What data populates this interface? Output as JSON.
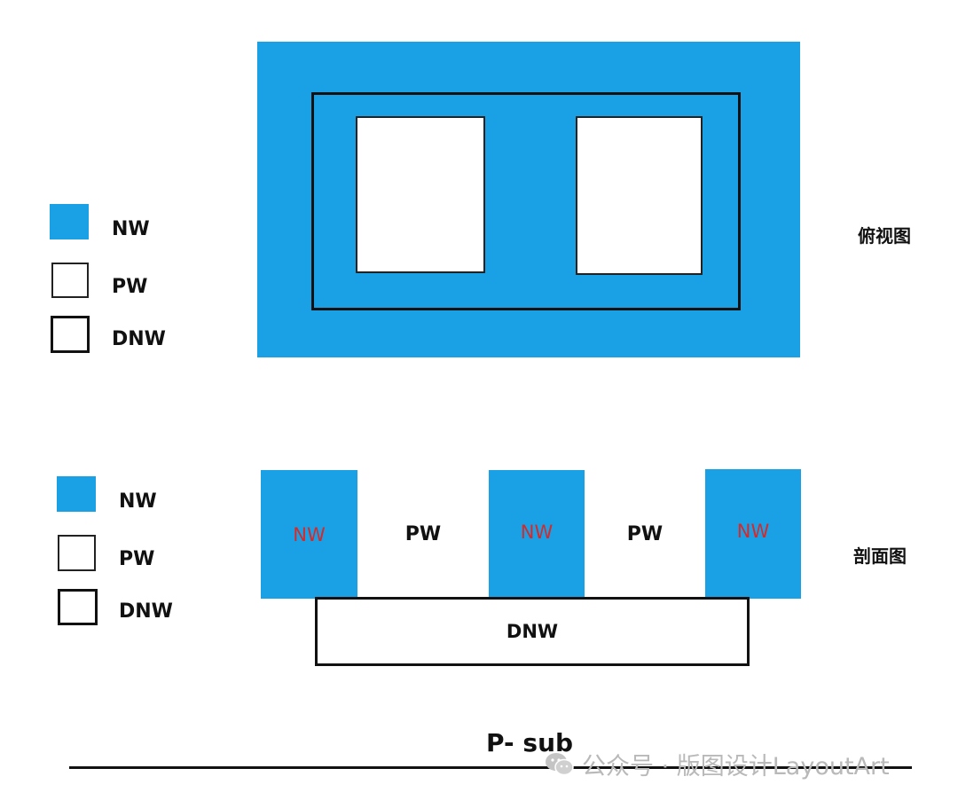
{
  "top_view": {
    "legend": {
      "nw_label": "NW",
      "pw_label": "PW",
      "dnw_label": "DNW"
    },
    "title": "俯视图"
  },
  "cross_section": {
    "legend": {
      "nw_label": "NW",
      "pw_label": "PW",
      "dnw_label": "DNW"
    },
    "title": "剖面图",
    "nw_labels": [
      "NW",
      "NW",
      "NW"
    ],
    "pw_labels": [
      "PW",
      "PW"
    ],
    "dnw_label": "DNW"
  },
  "substrate": {
    "label": "P- sub"
  },
  "watermark": {
    "text": "公众号 · 版图设计LayoutArt",
    "icon": "wechat-icon"
  },
  "colors": {
    "nw": "#1aa1e5",
    "nw_text": "#d62a2a"
  }
}
